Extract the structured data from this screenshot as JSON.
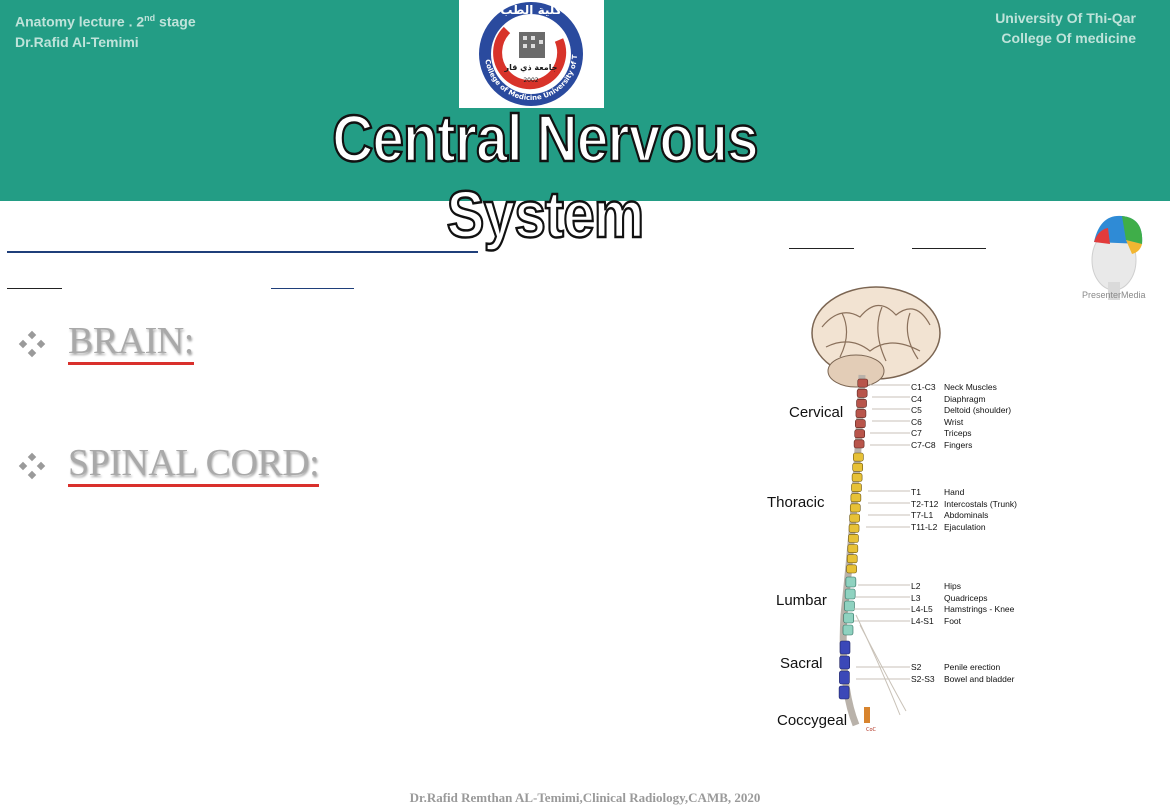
{
  "header": {
    "left_line1_pre": "Anatomy lecture . 2",
    "left_line1_sup": "nd",
    "left_line1_post": " stage",
    "left_line2": "Dr.Rafid Al-Temimi",
    "right_line1": "University Of Thi-Qar",
    "right_line2": "College Of  medicine",
    "title": "Central Nervous System",
    "logo_text_arabic_top": "كلية الطب",
    "logo_text_arabic_mid": "جامعة ذي قار",
    "logo_year": "2002",
    "logo_ring_text": "College of Medicine University of Thi - Qar",
    "colors": {
      "band": "#239d85",
      "header_text": "#bfe3da"
    }
  },
  "bullets": [
    {
      "label": "BRAIN:"
    },
    {
      "label": "SPINAL CORD:"
    }
  ],
  "figure": {
    "regions": [
      "Cervical",
      "Thoracic",
      "Lumbar",
      "Sacral",
      "Coccygeal"
    ],
    "cervical_levels": [
      {
        "level": "C1-C3",
        "function": "Neck Muscles"
      },
      {
        "level": "C4",
        "function": "Diaphragm"
      },
      {
        "level": "C5",
        "function": "Deltoid (shoulder)"
      },
      {
        "level": "C6",
        "function": "Wrist"
      },
      {
        "level": "C7",
        "function": "Triceps"
      },
      {
        "level": "C7-C8",
        "function": "Fingers"
      }
    ],
    "thoracic_levels": [
      {
        "level": "T1",
        "function": "Hand"
      },
      {
        "level": "T2-T12",
        "function": "Intercostals (Trunk)"
      },
      {
        "level": "T7-L1",
        "function": "Abdominals"
      },
      {
        "level": "T11-L2",
        "function": "Ejaculation"
      }
    ],
    "lumbar_levels": [
      {
        "level": "L2",
        "function": "Hips"
      },
      {
        "level": "L3",
        "function": "Quadriceps"
      },
      {
        "level": "L4-L5",
        "function": "Hamstrings - Knee"
      },
      {
        "level": "L4-S1",
        "function": "Foot"
      }
    ],
    "sacral_levels": [
      {
        "level": "S2",
        "function": "Penile erection"
      },
      {
        "level": "S2-S3",
        "function": "Bowel and bladder"
      }
    ],
    "coccygeal_mark": "CoC"
  },
  "corner_caption": "PresenterMedia",
  "footer": "Dr.Rafid Remthan AL-Temimi,Clinical Radiology,CAMB, 2020"
}
